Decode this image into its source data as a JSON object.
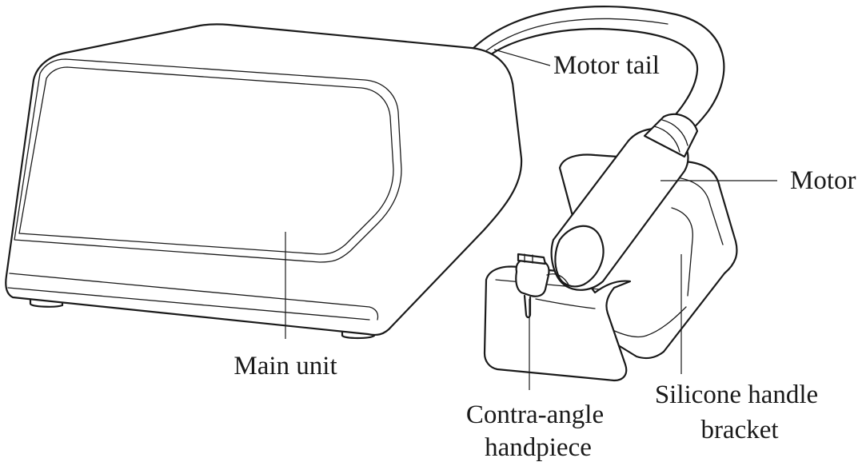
{
  "labels": {
    "motor_tail": "Motor tail",
    "motor": "Motor",
    "main_unit": "Main unit",
    "contra_angle_line1": "Contra-angle",
    "contra_angle_line2": "handpiece",
    "bracket_line1": "Silicone handle",
    "bracket_line2": "bracket"
  }
}
